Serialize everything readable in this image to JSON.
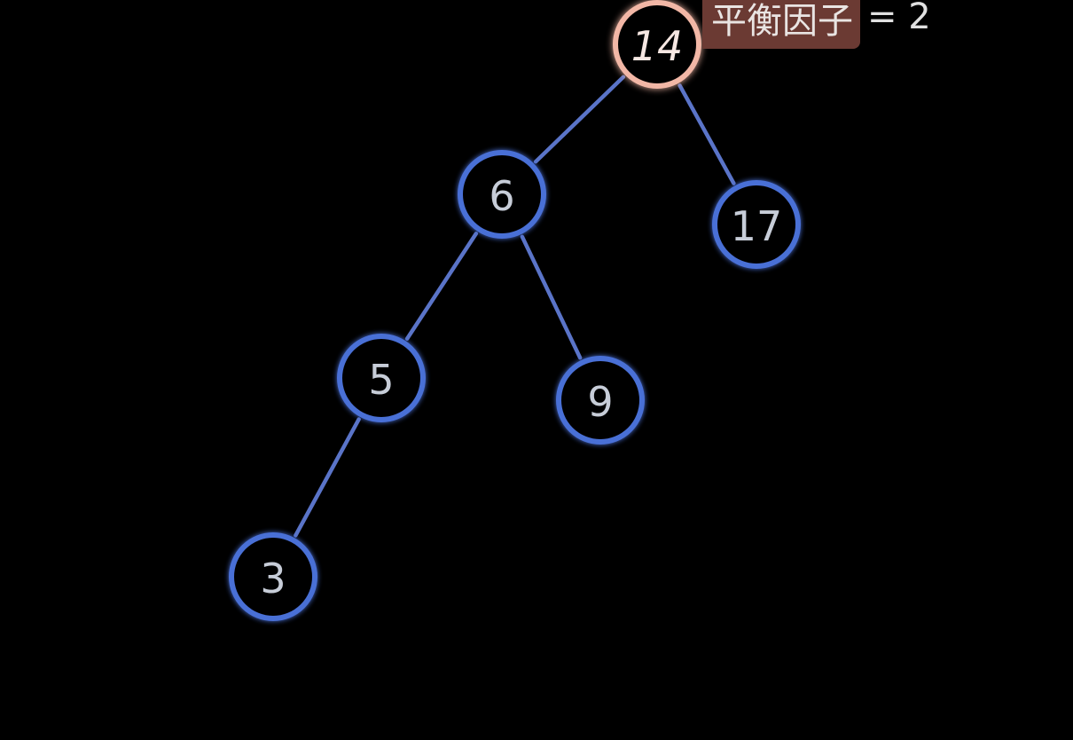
{
  "colors": {
    "background": "#000000",
    "node_normal_stroke": "#4a6fd6",
    "node_normal_glow": "#6f8fe8",
    "node_normal_text": "#c7cdd8",
    "node_highlight_stroke": "#f2b7a6",
    "node_highlight_glow": "#e06a52",
    "node_highlight_text": "#f6e7e2",
    "edge": "#5a74c8",
    "annotation_bg": "#6b3a33",
    "annotation_text": "#e9e4e2"
  },
  "annotation": {
    "label": "平衡因子",
    "value": "= 2"
  },
  "tree": {
    "nodes": [
      {
        "id": "n14",
        "value": "14",
        "highlighted": true
      },
      {
        "id": "n6",
        "value": "6",
        "highlighted": false
      },
      {
        "id": "n17",
        "value": "17",
        "highlighted": false
      },
      {
        "id": "n5",
        "value": "5",
        "highlighted": false
      },
      {
        "id": "n9",
        "value": "9",
        "highlighted": false
      },
      {
        "id": "n3",
        "value": "3",
        "highlighted": false
      }
    ],
    "edges": [
      {
        "from": "n14",
        "to": "n6"
      },
      {
        "from": "n14",
        "to": "n17"
      },
      {
        "from": "n6",
        "to": "n5"
      },
      {
        "from": "n6",
        "to": "n9"
      },
      {
        "from": "n5",
        "to": "n3"
      }
    ]
  }
}
